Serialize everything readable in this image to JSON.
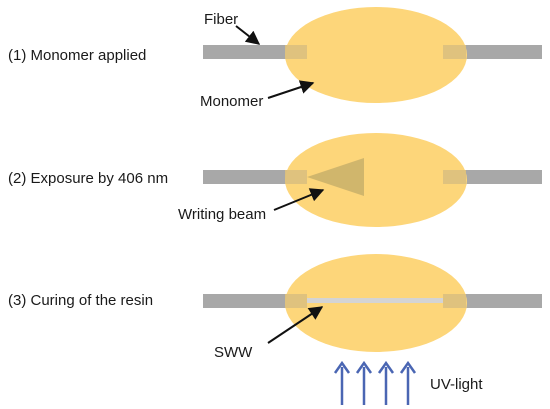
{
  "colors": {
    "monomer_fill": "#fdd67a",
    "fiber": "#a8a8a8",
    "fiber_overlap": "#dcc07e",
    "writing_beam": "#c8b06a",
    "sww_core": "#d4d4d4",
    "uv_arrow": "#4a66b3",
    "text": "#1a1a1a",
    "pointer": "#111111"
  },
  "steps": [
    {
      "label": "(1) Monomer applied"
    },
    {
      "label": "(2) Exposure by 406 nm"
    },
    {
      "label": "(3) Curing of the resin"
    }
  ],
  "callouts": {
    "fiber": "Fiber",
    "monomer": "Monomer",
    "writing_beam": "Writing beam",
    "sww": "SWW",
    "uv_light": "UV-light"
  },
  "uv_arrow_count": 4
}
